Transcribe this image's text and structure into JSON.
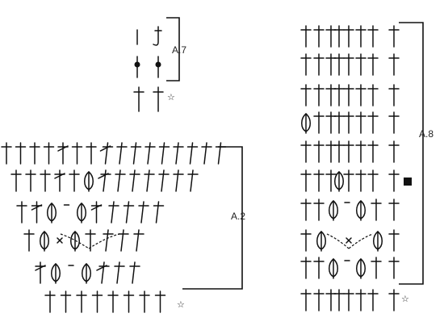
{
  "diagrams": [
    {
      "name": "A.7",
      "label": "A.7",
      "rows": [
        [
          "ch",
          "loop"
        ],
        [
          "slst",
          "slst"
        ],
        [
          "tr",
          "tr"
        ]
      ],
      "row_marks": [
        "",
        "",
        "star"
      ]
    },
    {
      "name": "A.2",
      "label": "A.2",
      "rows": [
        [
          "tr",
          "tr",
          "tr",
          "tr",
          "tr-x",
          "tr",
          "tr",
          "tr-x",
          "tr",
          "tr",
          "tr",
          "tr",
          "tr",
          "tr",
          "tr",
          "tr"
        ],
        [
          "tr",
          "tr",
          "tr",
          "tr-x",
          "tr",
          "puff",
          "tr-x",
          "tr",
          "tr",
          "tr",
          "tr",
          "tr",
          "tr"
        ],
        [
          "tr",
          "tr-x",
          "puff",
          "ch",
          "puff",
          "tr-x",
          "tr",
          "tr",
          "tr",
          "tr"
        ],
        [
          "tr",
          "puff",
          "sc",
          "puff",
          "tr",
          "tr",
          "tr",
          "tr"
        ],
        [
          "tr-x",
          "puff",
          "ch",
          "puff",
          "tr-x",
          "tr",
          "tr"
        ],
        [
          "tr",
          "tr",
          "tr",
          "tr",
          "tr",
          "tr",
          "tr",
          "tr"
        ]
      ],
      "row_marks": [
        "",
        "",
        "",
        "",
        "",
        "star"
      ]
    },
    {
      "name": "A.8",
      "label": "A.8",
      "rows": [
        [
          "tr",
          "tr",
          "tr",
          "tr",
          "tr",
          "tr",
          "tr",
          "tr"
        ],
        [
          "tr",
          "tr",
          "tr",
          "tr",
          "tr",
          "tr",
          "tr",
          "tr"
        ],
        [
          "tr",
          "tr",
          "tr",
          "tr",
          "tr",
          "tr",
          "tr",
          "tr"
        ],
        [
          "puff",
          "tr",
          "tr",
          "tr",
          "tr",
          "tr",
          "tr",
          "tr"
        ],
        [
          "tr",
          "tr",
          "tr",
          "tr",
          "tr",
          "tr",
          "tr",
          "tr"
        ],
        [
          "tr",
          "tr",
          "tr",
          "puff",
          "tr",
          "tr",
          "tr",
          "tr"
        ],
        [
          "tr",
          "tr",
          "puff",
          "ch",
          "puff",
          "tr",
          "tr"
        ],
        [
          "tr",
          "puff",
          "sc",
          "puff",
          "tr"
        ],
        [
          "tr",
          "tr",
          "puff",
          "ch",
          "puff",
          "tr",
          "tr"
        ],
        [
          "tr",
          "tr",
          "tr",
          "tr",
          "tr",
          "tr",
          "tr",
          "tr"
        ]
      ],
      "row_marks": [
        "",
        "",
        "",
        "",
        "",
        "square",
        "",
        "",
        "",
        "star"
      ]
    }
  ],
  "marks": {
    "star": "☆",
    "square": "■"
  }
}
